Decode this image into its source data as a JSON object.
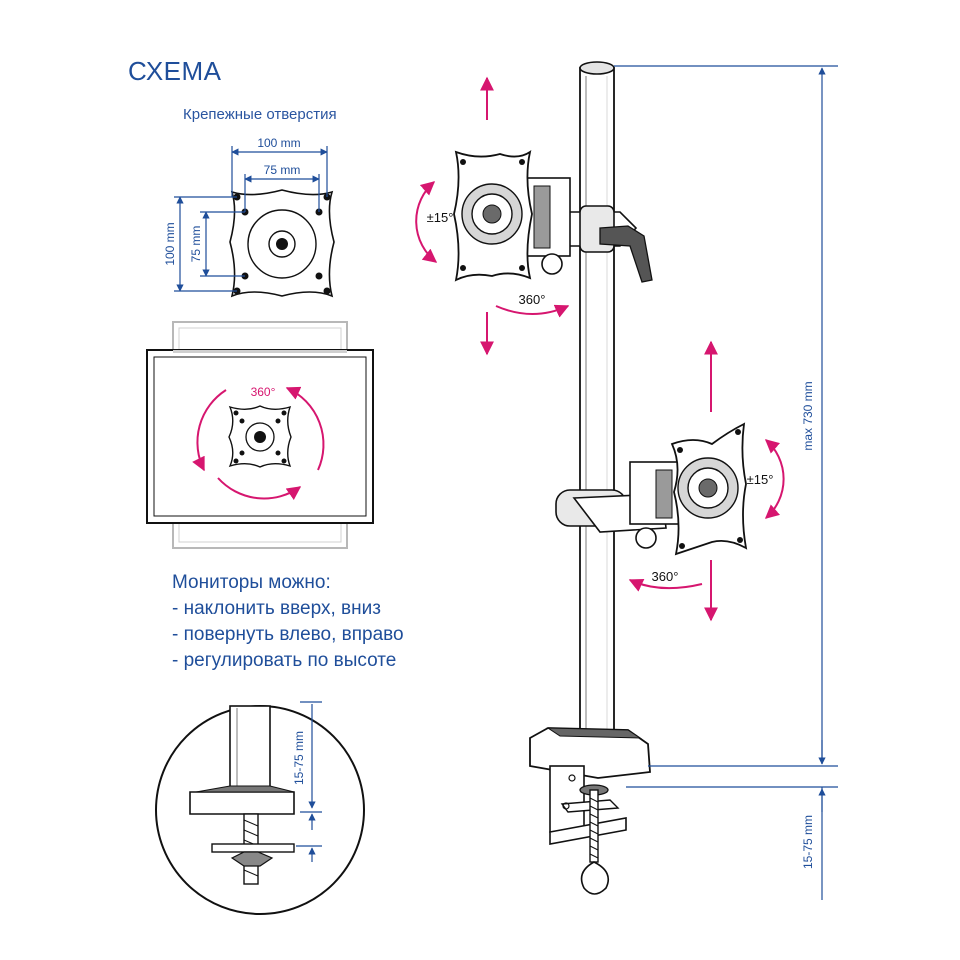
{
  "title": "СХЕМА",
  "mount_holes": {
    "label": "Крепежные отверстия",
    "dim_100_top": "100 mm",
    "dim_75_top": "75 mm",
    "dim_100_left": "100 mm",
    "dim_75_left": "75 mm"
  },
  "rotation_label": "360°",
  "features": [
    "Мониторы можно:",
    "- наклонить вверх, вниз",
    "- повернуть влево, вправо",
    "- регулировать по высоте"
  ],
  "upper_arm": {
    "tilt": "±15°",
    "rotate": "360°"
  },
  "lower_arm": {
    "tilt": "±15°",
    "rotate": "360°"
  },
  "clamp_range": "15-75 mm",
  "max_height": "max 730 mm",
  "colors": {
    "title": "#1f4e9a",
    "dimension": "#1f4e9a",
    "motion_arrow": "#d6166f",
    "line": "#111111"
  }
}
